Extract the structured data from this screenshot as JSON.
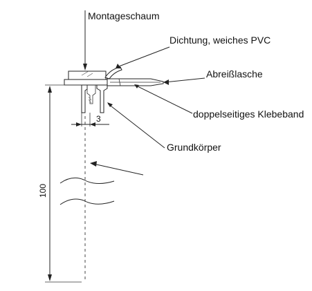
{
  "labels": {
    "montageschaum": "Montageschaum",
    "dichtung": "Dichtung, weiches PVC",
    "abreisslasche": "Abreißlasche",
    "klebeband": "doppelseitiges Klebeband",
    "grundkoerper": "Grundkörper"
  },
  "dimensions": {
    "width": "3",
    "height": "100"
  },
  "colors": {
    "line": "#222222",
    "text": "#111111",
    "background": "#ffffff"
  }
}
